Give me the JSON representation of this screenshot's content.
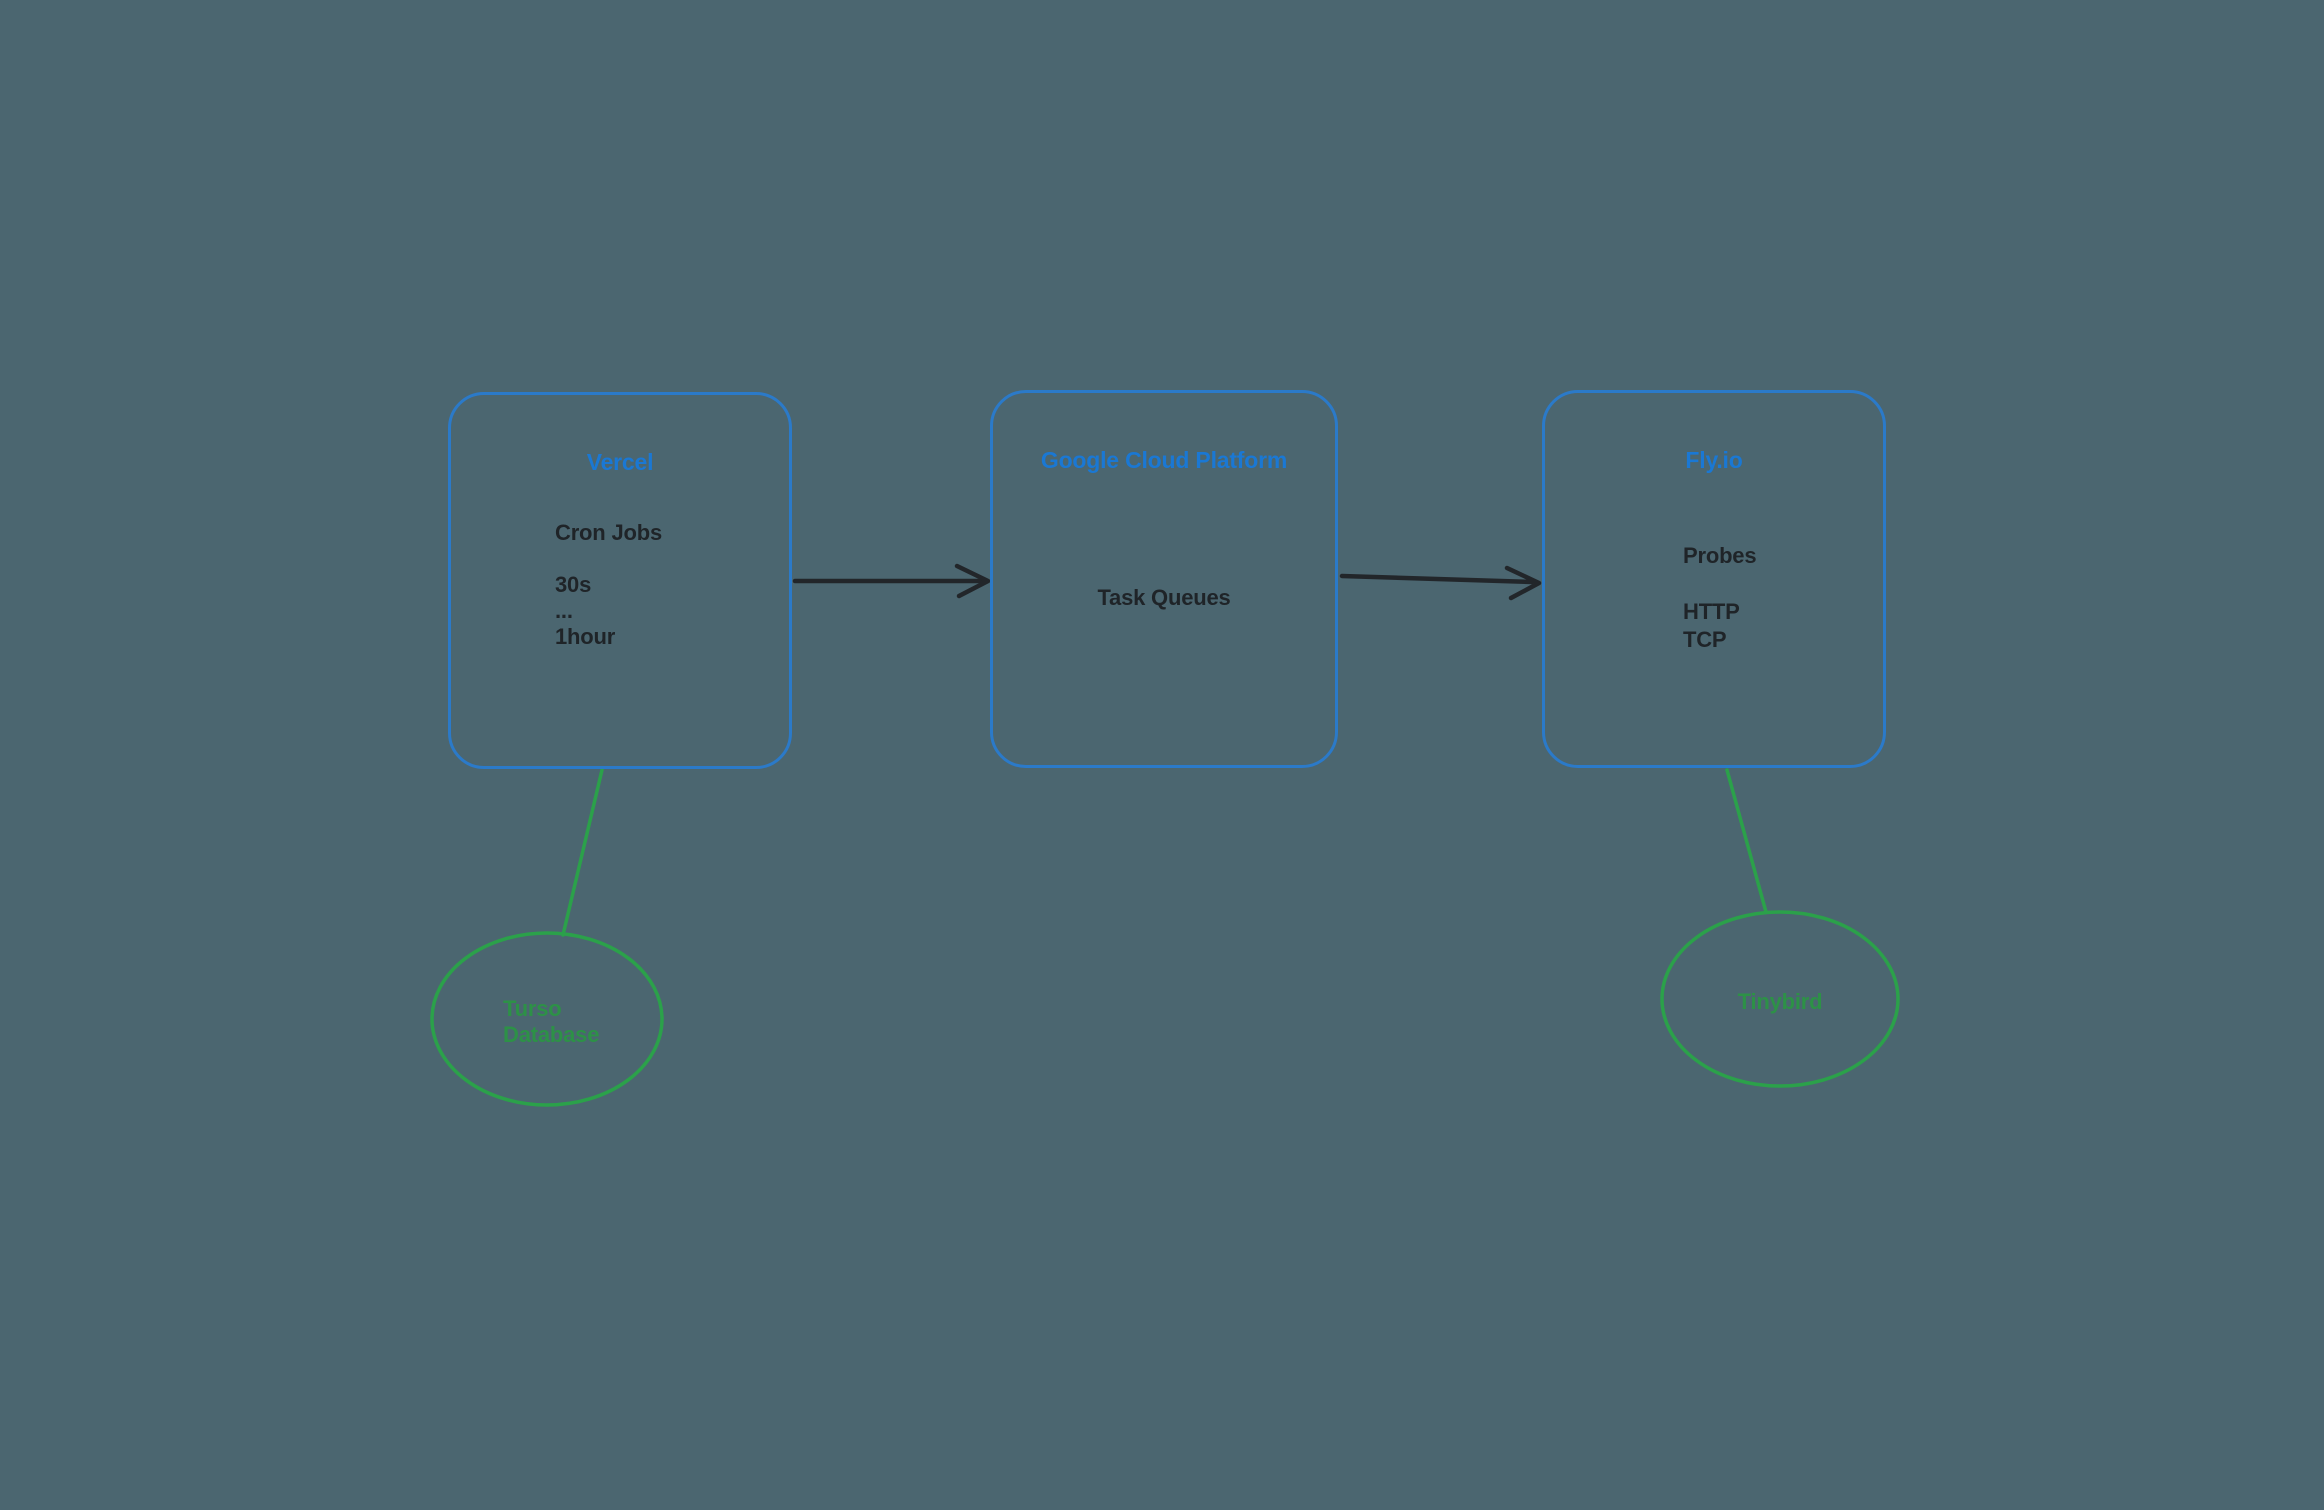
{
  "colors": {
    "canvas_bg": "#4b6670",
    "box_border": "#2b7ac9",
    "box_title": "#1a78d4",
    "body_text": "#1f2428",
    "arrow": "#22262a",
    "green_stroke": "#2ba14a",
    "green_text": "#2d9147"
  },
  "boxes": [
    {
      "title": "Vercel",
      "body": "Cron Jobs\n\n30s\n...\n1hour"
    },
    {
      "title": "Google Cloud Platform",
      "body": "Task Queues"
    },
    {
      "title": "Fly.io",
      "body": "Probes\n\nHTTP\nTCP"
    }
  ],
  "ellipses": [
    {
      "label": "Turso\nDatabase"
    },
    {
      "label": "Tinybird"
    }
  ]
}
